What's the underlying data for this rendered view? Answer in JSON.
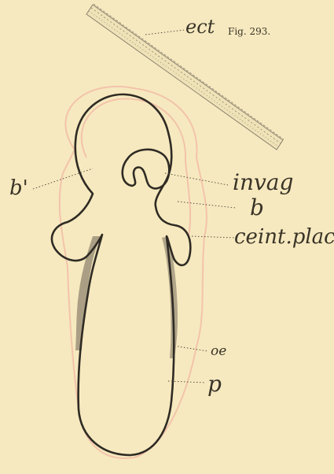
{
  "figure": {
    "title": "Fig. 293.",
    "labels": {
      "ect": "ect",
      "b_prime": "b'",
      "invag": "invag",
      "b": "b",
      "ceint_plac": "ceint.plac",
      "oe": "oe",
      "p": "p"
    }
  },
  "colors": {
    "background": "#f6e9bf",
    "outline": "#2f2b24",
    "halo": "#f2b7a3",
    "shading": "#6c6254",
    "ectoderm_band": "#8b826f"
  }
}
